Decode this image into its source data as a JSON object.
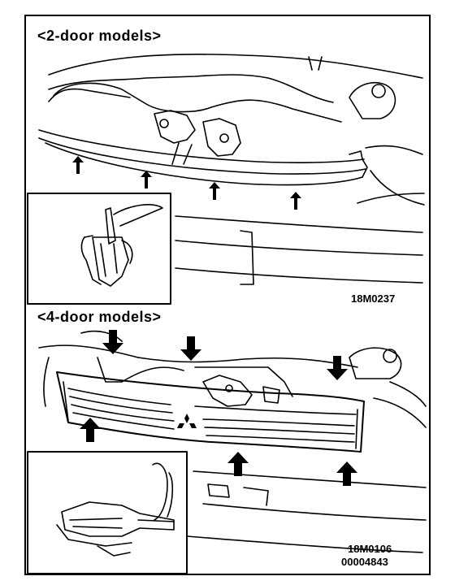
{
  "sections": [
    {
      "title": "<2-door models>",
      "figure_code": "18M0237"
    },
    {
      "title": "<4-door models>",
      "figure_code": "18M0106"
    }
  ],
  "document_code": "00004843",
  "colors": {
    "ink": "#000000",
    "paper": "#ffffff"
  },
  "icons": {
    "arrow": "arrow-icon",
    "emblem": "emblem-icon"
  }
}
